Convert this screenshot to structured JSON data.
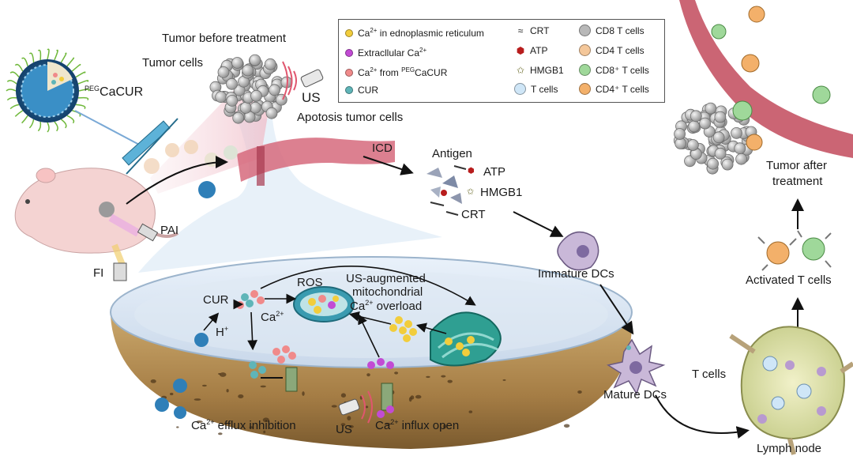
{
  "legend": {
    "items": [
      {
        "pre": "Ca",
        "sup": "2+",
        "post": " in ednoplasmic reticulum",
        "color": "#f2cd3c"
      },
      {
        "pre": "Extracllular Ca",
        "sup": "2+",
        "post": "",
        "color": "#c24bd4"
      },
      {
        "pre": "Ca",
        "sup": "2+",
        "post": " from ",
        "sup2": "PEG",
        "post2": "CaCUR",
        "color": "#f08a8a"
      },
      {
        "pre": "CUR",
        "sup": "",
        "post": "",
        "color": "#5fb5b8"
      }
    ],
    "markers": [
      {
        "label": "CRT",
        "symbol": "≈",
        "color": "#333333"
      },
      {
        "label": "ATP",
        "symbol": "⬢",
        "color": "#b81d1d"
      },
      {
        "label": "HMGB1",
        "symbol": "✩",
        "color": "#6b6b2a"
      },
      {
        "label": "T cells",
        "color": "#cfe6f7"
      }
    ],
    "cells": [
      {
        "label": "CD8 T cells",
        "color": "#b8b8b8"
      },
      {
        "label": "CD4 T cells",
        "color": "#f4c79a"
      },
      {
        "label": "CD8⁺ T cells",
        "color": "#9fd89a"
      },
      {
        "label": "CD4⁺ T cells",
        "color": "#f3b06a"
      }
    ]
  },
  "labels": {
    "tumor_before": "Tumor before treatment",
    "tumor_cells": "Tumor cells",
    "us_top": "US",
    "apoptosis": "Apotosis tumor cells",
    "peg_sup": "PEG",
    "peg_main": "CaCUR",
    "pai": "PAI",
    "fi": "FI",
    "icd": "ICD",
    "antigen": "Antigen",
    "atp": "ATP",
    "hmgb1": "HMGB1",
    "crt": "CRT",
    "immature": "Immature DCs",
    "mature": "Mature DCs",
    "t_cells": "T cells",
    "lymph": "Lymph node",
    "activated": "Activated T cells",
    "tumor_after_1": "Tumor after",
    "tumor_after_2": "treatment",
    "ros": "ROS",
    "us_aug_1": "US-augmented",
    "us_aug_2": "mitochondrial",
    "us_aug_3_pre": "Ca",
    "us_aug_3_sup": "2+",
    "us_aug_3_post": " overload",
    "cur": "CUR",
    "hplus_pre": "H",
    "hplus_sup": "+",
    "ca_pre": "Ca",
    "ca_sup": "2+",
    "efflux_pre": "Ca",
    "efflux_sup": "2+",
    "efflux_post": " efflux inhibition",
    "us_bottom": "US",
    "influx_pre": "Ca",
    "influx_sup": "2+",
    "influx_post": " influx open"
  },
  "colors": {
    "vessel": "#c24a5c",
    "bowl_top": "#dfeaf6",
    "bowl_soil": "#b8935a",
    "mito": "#2f9f92",
    "arrow": "#111111"
  }
}
